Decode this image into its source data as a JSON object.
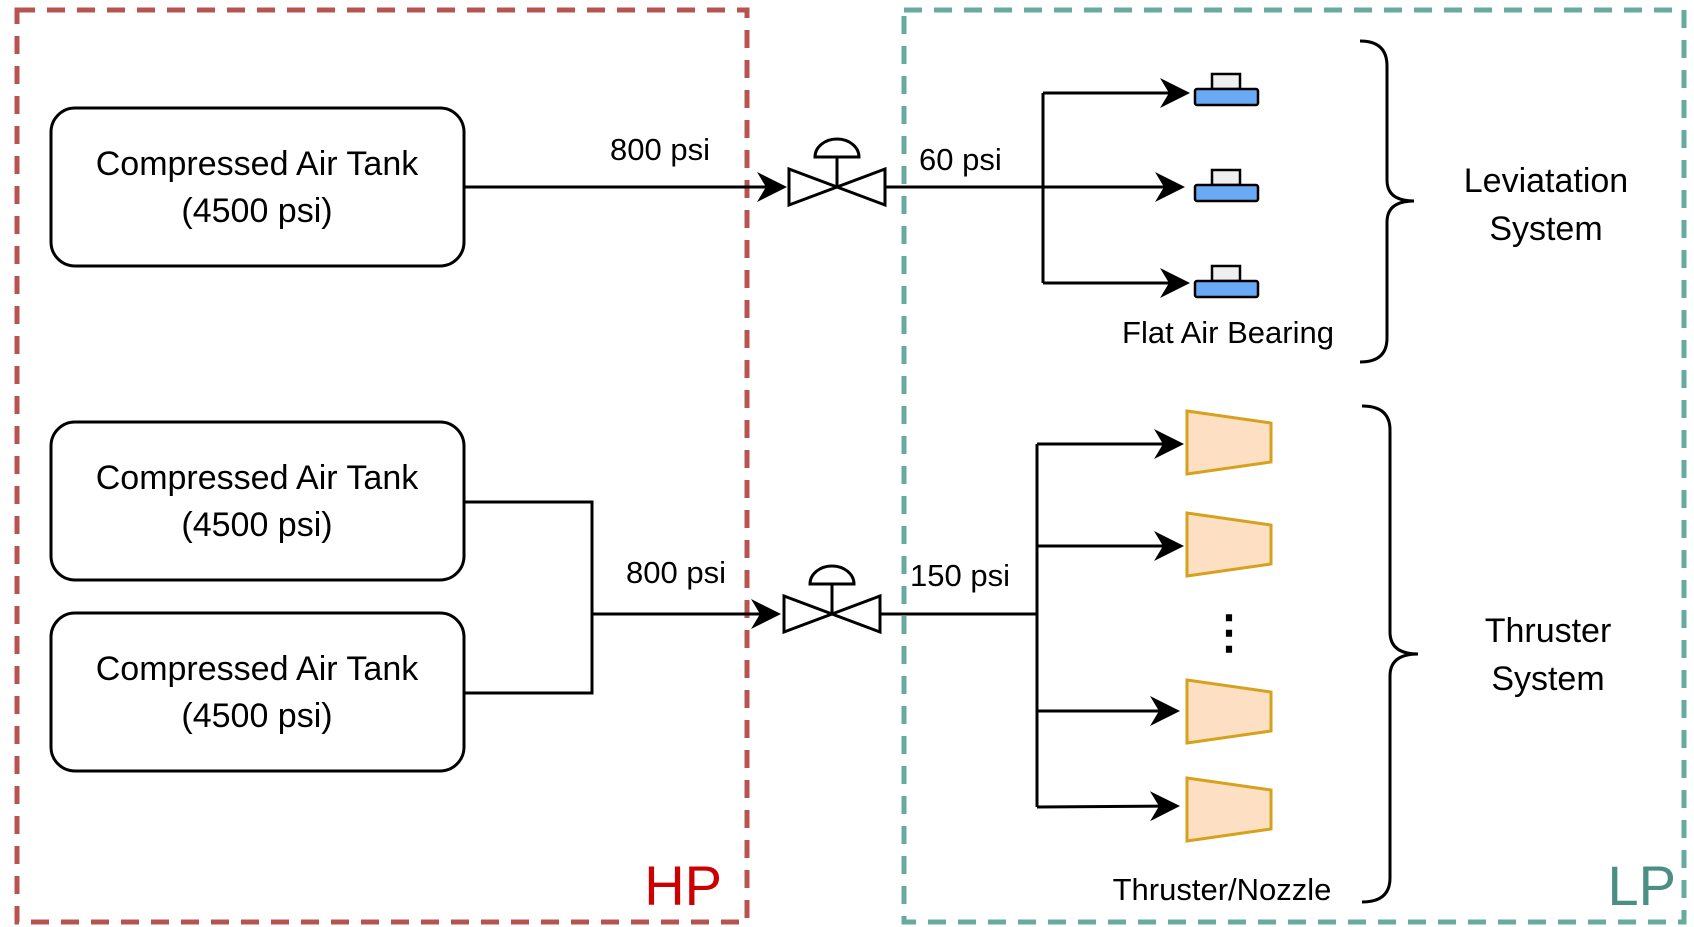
{
  "zones": {
    "hp": {
      "label": "HP",
      "color": "#b85450"
    },
    "lp": {
      "label": "LP",
      "color": "#67ab9f"
    }
  },
  "tanks": [
    {
      "line1": "Compressed Air Tank",
      "line2": "(4500 psi)"
    },
    {
      "line1": "Compressed Air Tank",
      "line2": "(4500 psi)"
    },
    {
      "line1": "Compressed Air Tank",
      "line2": "(4500 psi)"
    }
  ],
  "pressures": {
    "upper_inlet": "800 psi",
    "upper_outlet": "60 psi",
    "lower_inlet": "800 psi",
    "lower_outlet": "150 psi"
  },
  "captions": {
    "bearing": "Flat Air Bearing",
    "thruster": "Thruster/Nozzle",
    "ellipsis": "⋮"
  },
  "systems": {
    "levitation": {
      "line1": "Leviatation",
      "line2": "System"
    },
    "thruster": {
      "line1": "Thruster",
      "line2": "System"
    }
  },
  "icons": {
    "valve": "pressure-regulator-valve-icon",
    "bearing": "flat-air-bearing-icon",
    "thruster": "thruster-nozzle-icon"
  },
  "colors": {
    "bearing_fill": "#6aa9f3",
    "bearing_cap": "#efefef",
    "thruster_fill": "#fde0c3",
    "thruster_stroke": "#d6a21e"
  }
}
